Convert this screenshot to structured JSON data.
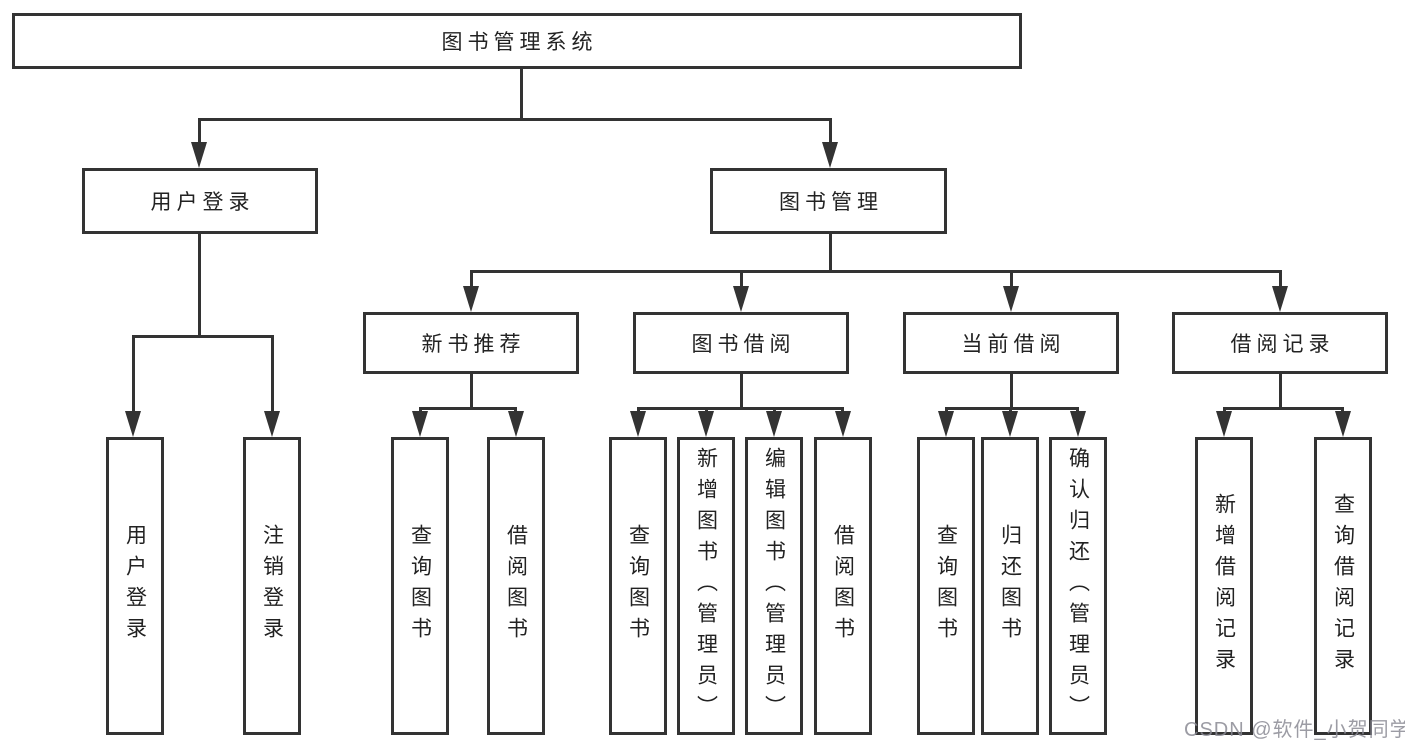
{
  "colors": {
    "line": "#333333",
    "box_fill": "#ffffff",
    "text": "#222222",
    "watermark": "#8b8b95"
  },
  "watermark": {
    "text": "CSDN @软件_小贺同学"
  },
  "diagram": {
    "root": {
      "label": "图书管理系统"
    },
    "level2": [
      {
        "label": "用户登录"
      },
      {
        "label": "图书管理"
      }
    ],
    "level3": [
      {
        "label": "新书推荐",
        "parent": "图书管理"
      },
      {
        "label": "图书借阅",
        "parent": "图书管理"
      },
      {
        "label": "当前借阅",
        "parent": "图书管理"
      },
      {
        "label": "借阅记录",
        "parent": "图书管理"
      }
    ],
    "leaves": [
      {
        "label": "用户登录",
        "parent": "用户登录"
      },
      {
        "label": "注销登录",
        "parent": "用户登录"
      },
      {
        "label": "查询图书",
        "parent": "新书推荐"
      },
      {
        "label": "借阅图书",
        "parent": "新书推荐"
      },
      {
        "label": "查询图书",
        "parent": "图书借阅"
      },
      {
        "label": "新增图书（管理员）",
        "parent": "图书借阅"
      },
      {
        "label": "编辑图书（管理员）",
        "parent": "图书借阅"
      },
      {
        "label": "借阅图书",
        "parent": "图书借阅"
      },
      {
        "label": "查询图书",
        "parent": "当前借阅"
      },
      {
        "label": "归还图书",
        "parent": "当前借阅"
      },
      {
        "label": "确认归还（管理员）",
        "parent": "当前借阅"
      },
      {
        "label": "新增借阅记录",
        "parent": "借阅记录"
      },
      {
        "label": "查询借阅记录",
        "parent": "借阅记录"
      }
    ]
  }
}
